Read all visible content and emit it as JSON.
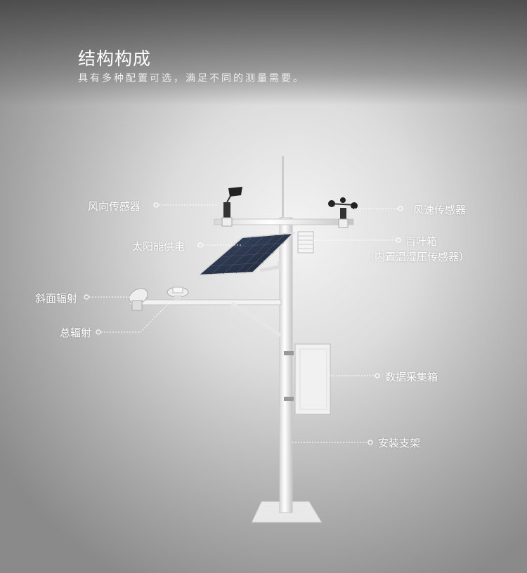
{
  "header": {
    "title": "结构构成",
    "subtitle": "具有多种配置可选，满足不同的测量需要。"
  },
  "labels": {
    "wind_direction": "风向传感器",
    "wind_speed": "风速传感器",
    "solar_power": "太阳能供电",
    "louver_box": "百叶箱",
    "louver_box_note": "（内置温湿压传感器）",
    "inclined_radiation": "斜面辐射",
    "total_radiation": "总辐射",
    "data_logger_box": "数据采集箱",
    "mounting_bracket": "安装支架"
  },
  "colors": {
    "label": "#ffffff",
    "leader_line": "#ffffff"
  }
}
